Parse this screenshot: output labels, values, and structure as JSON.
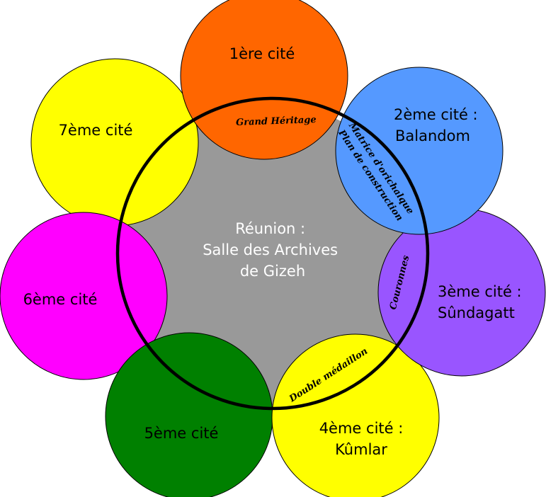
{
  "center": {
    "lines": [
      "Réunion :",
      "Salle des Archives",
      "de Gizeh"
    ],
    "color": "#999999",
    "text_color": "#ffffff"
  },
  "ring_color": "#000000",
  "cities": [
    {
      "id": "city-1",
      "lines": [
        "1ère cité"
      ],
      "color": "#ff6600"
    },
    {
      "id": "city-2",
      "lines": [
        "2ème cité :",
        "Balandom"
      ],
      "color": "#5599ff"
    },
    {
      "id": "city-3",
      "lines": [
        "3ème cité :",
        "Sûndagatt"
      ],
      "color": "#9955ff"
    },
    {
      "id": "city-4",
      "lines": [
        "4ème cité :",
        "Kûmlar"
      ],
      "color": "#ffff00"
    },
    {
      "id": "city-5",
      "lines": [
        "5ème cité"
      ],
      "color": "#008000"
    },
    {
      "id": "city-6",
      "lines": [
        "6ème cité"
      ],
      "color": "#ff00ff"
    },
    {
      "id": "city-7",
      "lines": [
        "7ème cité"
      ],
      "color": "#ffff00"
    }
  ],
  "links": [
    {
      "id": "grand-heritage",
      "text": "Grand Héritage"
    },
    {
      "id": "matrice-orichalque",
      "text": "Matrice d'orichalque"
    },
    {
      "id": "plan-construction",
      "text": "Plan de construction"
    },
    {
      "id": "couronnes",
      "text": "Couronnes"
    },
    {
      "id": "double-medaillon",
      "text": "Double médaillon"
    }
  ]
}
